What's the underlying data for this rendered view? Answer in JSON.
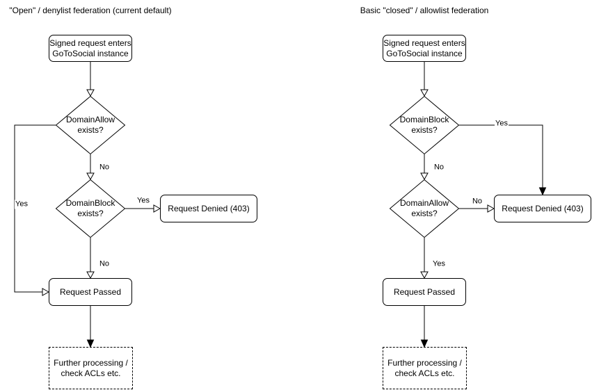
{
  "colors": {
    "stroke": "#000000",
    "shape_fill": "#ffffff",
    "text": "#000000",
    "background": "#ffffff"
  },
  "charts": [
    {
      "id": "open-denylist",
      "title": "\"Open\" / denylist federation (current default)",
      "nodes": {
        "start": "Signed request enters\nGoToSocial instance",
        "decision1": "DomainAllow\nexists?",
        "decision2": "DomainBlock\nexists?",
        "denied": "Request Denied (403)",
        "passed": "Request Passed",
        "further": "Further processing /\ncheck ACLs etc."
      },
      "edge_labels": {
        "d1_no": "No",
        "d1_yes": "Yes",
        "d2_yes": "Yes",
        "d2_no": "No"
      }
    },
    {
      "id": "closed-allowlist",
      "title": "Basic \"closed\" / allowlist federation",
      "nodes": {
        "start": "Signed request enters\nGoToSocial instance",
        "decision1": "DomainBlock\nexists?",
        "decision2": "DomainAllow\nexists?",
        "denied": "Request Denied (403)",
        "passed": "Request Passed",
        "further": "Further processing /\ncheck ACLs etc."
      },
      "edge_labels": {
        "d1_yes": "Yes",
        "d1_no": "No",
        "d2_no": "No",
        "d2_yes": "Yes"
      }
    }
  ]
}
